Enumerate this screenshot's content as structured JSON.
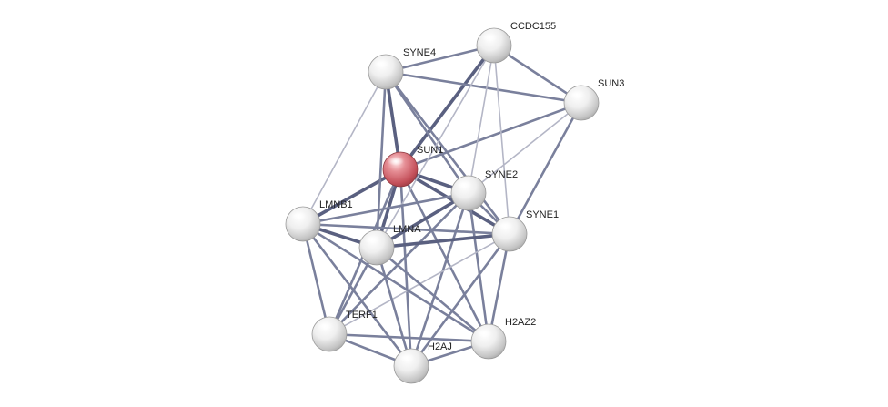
{
  "network": {
    "nodes": [
      {
        "id": "SUN1",
        "label": "SUN1",
        "query": true
      },
      {
        "id": "SYNE4",
        "label": "SYNE4",
        "query": false
      },
      {
        "id": "CCDC155",
        "label": "CCDC155",
        "query": false
      },
      {
        "id": "SUN3",
        "label": "SUN3",
        "query": false
      },
      {
        "id": "SYNE2",
        "label": "SYNE2",
        "query": false
      },
      {
        "id": "SYNE1",
        "label": "SYNE1",
        "query": false
      },
      {
        "id": "LMNB1",
        "label": "LMNB1",
        "query": false
      },
      {
        "id": "LMNA",
        "label": "LMNA",
        "query": false
      },
      {
        "id": "TERF1",
        "label": "TERF1",
        "query": false
      },
      {
        "id": "H2AJ",
        "label": "H2AJ",
        "query": false
      },
      {
        "id": "H2AZ2",
        "label": "H2AZ2",
        "query": false
      }
    ],
    "edges": [
      {
        "source": "SUN1",
        "target": "SYNE4",
        "strength": 3
      },
      {
        "source": "SUN1",
        "target": "CCDC155",
        "strength": 3
      },
      {
        "source": "SUN1",
        "target": "SUN3",
        "strength": 2
      },
      {
        "source": "SUN1",
        "target": "SYNE2",
        "strength": 3
      },
      {
        "source": "SUN1",
        "target": "SYNE1",
        "strength": 3
      },
      {
        "source": "SUN1",
        "target": "LMNB1",
        "strength": 3
      },
      {
        "source": "SUN1",
        "target": "LMNA",
        "strength": 3
      },
      {
        "source": "SUN1",
        "target": "TERF1",
        "strength": 2
      },
      {
        "source": "SUN1",
        "target": "H2AJ",
        "strength": 2
      },
      {
        "source": "SUN1",
        "target": "H2AZ2",
        "strength": 2
      },
      {
        "source": "SYNE4",
        "target": "CCDC155",
        "strength": 2
      },
      {
        "source": "SYNE4",
        "target": "SUN3",
        "strength": 2
      },
      {
        "source": "SYNE4",
        "target": "SYNE2",
        "strength": 2
      },
      {
        "source": "SYNE4",
        "target": "SYNE1",
        "strength": 2
      },
      {
        "source": "SYNE4",
        "target": "LMNB1",
        "strength": 1
      },
      {
        "source": "SYNE4",
        "target": "LMNA",
        "strength": 2
      },
      {
        "source": "CCDC155",
        "target": "SUN3",
        "strength": 2
      },
      {
        "source": "CCDC155",
        "target": "SYNE2",
        "strength": 1
      },
      {
        "source": "CCDC155",
        "target": "SYNE1",
        "strength": 1
      },
      {
        "source": "CCDC155",
        "target": "LMNA",
        "strength": 1
      },
      {
        "source": "SUN3",
        "target": "SYNE2",
        "strength": 1
      },
      {
        "source": "SUN3",
        "target": "SYNE1",
        "strength": 2
      },
      {
        "source": "SYNE2",
        "target": "SYNE1",
        "strength": 2
      },
      {
        "source": "SYNE2",
        "target": "LMNB1",
        "strength": 2
      },
      {
        "source": "SYNE2",
        "target": "LMNA",
        "strength": 3
      },
      {
        "source": "SYNE2",
        "target": "TERF1",
        "strength": 2
      },
      {
        "source": "SYNE2",
        "target": "H2AJ",
        "strength": 2
      },
      {
        "source": "SYNE2",
        "target": "H2AZ2",
        "strength": 2
      },
      {
        "source": "SYNE1",
        "target": "LMNB1",
        "strength": 2
      },
      {
        "source": "SYNE1",
        "target": "LMNA",
        "strength": 3
      },
      {
        "source": "SYNE1",
        "target": "TERF1",
        "strength": 1
      },
      {
        "source": "SYNE1",
        "target": "H2AJ",
        "strength": 2
      },
      {
        "source": "SYNE1",
        "target": "H2AZ2",
        "strength": 2
      },
      {
        "source": "LMNB1",
        "target": "LMNA",
        "strength": 3
      },
      {
        "source": "LMNB1",
        "target": "TERF1",
        "strength": 2
      },
      {
        "source": "LMNB1",
        "target": "H2AJ",
        "strength": 2
      },
      {
        "source": "LMNB1",
        "target": "H2AZ2",
        "strength": 2
      },
      {
        "source": "LMNA",
        "target": "TERF1",
        "strength": 2
      },
      {
        "source": "LMNA",
        "target": "H2AJ",
        "strength": 2
      },
      {
        "source": "LMNA",
        "target": "H2AZ2",
        "strength": 2
      },
      {
        "source": "TERF1",
        "target": "H2AJ",
        "strength": 2
      },
      {
        "source": "TERF1",
        "target": "H2AZ2",
        "strength": 2
      },
      {
        "source": "H2AJ",
        "target": "H2AZ2",
        "strength": 2
      }
    ],
    "colors": {
      "edge_strong": "#5a6080",
      "edge_medium": "#7a809c",
      "edge_weak": "#b4b6c6",
      "node_default": "#e6e6e6",
      "node_query": "#d06068"
    }
  }
}
